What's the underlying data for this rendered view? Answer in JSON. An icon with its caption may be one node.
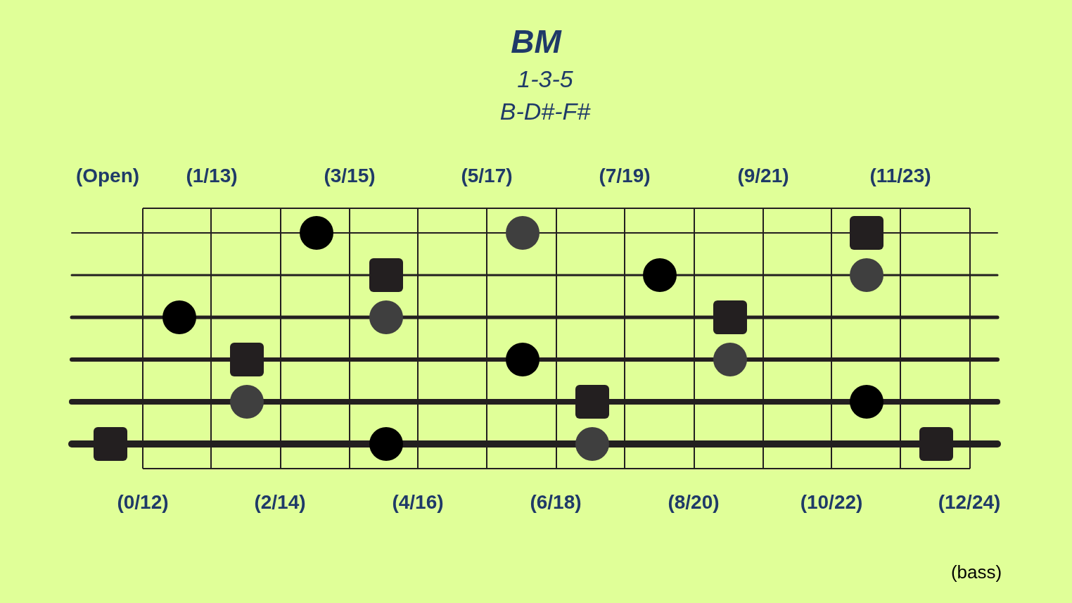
{
  "diagram": {
    "title": "BM",
    "nodes": [
      {
        "text": [],
        "shape": "circle"
      },
      {
        "text": [],
        "shape": "circle"
      },
      {
        "text": [],
        "shape": "box"
      },
      {
        "text": [],
        "shape": "box"
      },
      {
        "text": [],
        "shape": "circle"
      },
      {
        "text": [],
        "shape": "circle"
      },
      {
        "text": [],
        "shape": "circle"
      },
      {
        "text": [],
        "shape": "circle"
      },
      {
        "text": [],
        "shape": "box"
      },
      {
        "text": [],
        "shape": "box"
      },
      {
        "text": [],
        "shape": "circle"
      },
      {
        "text": [],
        "shape": "circle"
      },
      {
        "text": [],
        "shape": "circle"
      },
      {
        "text": [],
        "shape": "box"
      },
      {
        "text": [],
        "shape": "circle"
      },
      {
        "text": [],
        "shape": "box"
      },
      {
        "text": [],
        "shape": "circle"
      },
      {
        "text": [],
        "shape": "circle"
      },
      {
        "text": [],
        "shape": "box"
      }
    ],
    "labels": [
      "1-3-5",
      "B-D#-F#",
      "(Open)",
      "(1/13)",
      "(3/15)",
      "(5/17)",
      "(7/19)",
      "(9/21)",
      "(11/23)",
      "(0/12)",
      "(2/14)",
      "(4/16)",
      "(6/18)",
      "(8/20)",
      "(10/22)",
      "(12/24)",
      "(bass)"
    ]
  }
}
